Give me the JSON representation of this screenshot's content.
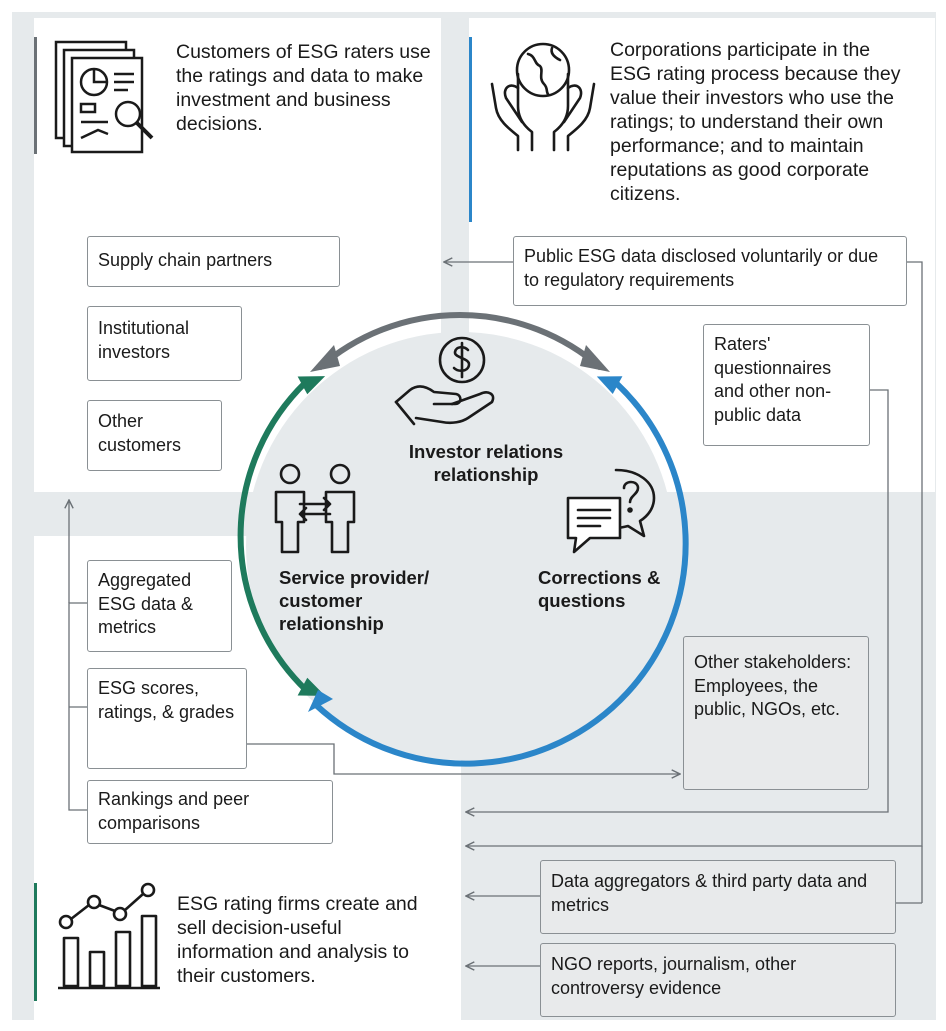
{
  "customers_panel": {
    "text": "Customers of ESG raters use the ratings and data to make investment and business decisions.",
    "customers": [
      "Supply chain partners",
      "Institutional investors",
      "Other customers"
    ]
  },
  "corporations_panel": {
    "text": "Corporations participate in the ESG rating process because they value their investors who use the ratings; to understand their own performance; and to maintain reputations as good corporate citizens.",
    "public_data": "Public ESG data disclosed voluntarily or due to regulatory requirements",
    "questionnaires": "Raters' questionnaires and other non-public data"
  },
  "center": {
    "investor_relations": "Investor relations relationship",
    "service_provider": "Service provider/ customer relationship",
    "corrections": "Corrections & questions"
  },
  "outputs": [
    "Aggregated ESG data & metrics",
    "ESG scores, ratings, & grades",
    "Rankings and peer comparisons"
  ],
  "other_stakeholders": "Other stakeholders: Employees, the public, NGOs, etc.",
  "sources": {
    "data_aggregators": "Data aggregators & third party data and metrics",
    "ngo_reports": "NGO reports, journalism, other controversy evidence"
  },
  "rating_firms_panel": {
    "text": "ESG rating firms create and sell decision-useful information and analysis to their customers."
  },
  "colors": {
    "grey_arrow": "#6b7176",
    "green_arrow": "#1e7a5c",
    "blue_arrow": "#2b86c9",
    "background": "#e6eaec"
  }
}
